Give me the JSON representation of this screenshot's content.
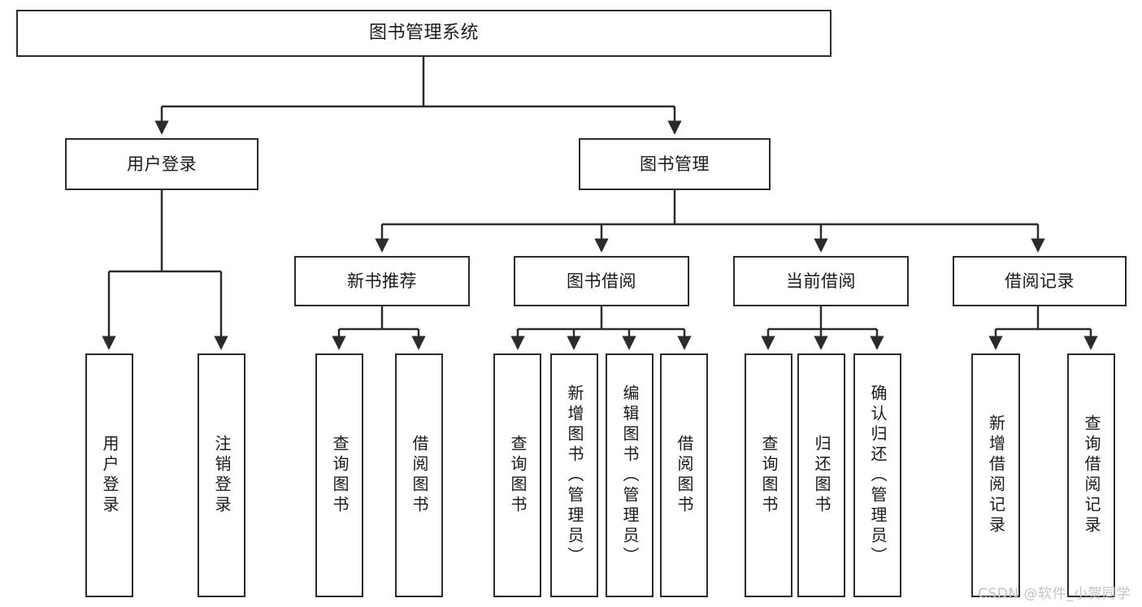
{
  "diagram": {
    "type": "tree",
    "title": "图书管理系统",
    "orientation": "top-down",
    "colors": {
      "box_border": "#2b2b2b",
      "box_fill": "#ffffff",
      "connector": "#2b2b2b",
      "text": "#1a1a1a",
      "watermark": "#c3c3c3",
      "background": "#ffffff"
    },
    "root": {
      "label": "图书管理系统"
    },
    "level1": [
      {
        "label": "用户登录"
      },
      {
        "label": "图书管理"
      }
    ],
    "level2": [
      {
        "label": "新书推荐"
      },
      {
        "label": "图书借阅"
      },
      {
        "label": "当前借阅"
      },
      {
        "label": "借阅记录"
      }
    ],
    "leaves": {
      "user_login": [
        {
          "label": "用户登录"
        },
        {
          "label": "注销登录"
        }
      ],
      "new_book_recommend": [
        {
          "label": "查询图书"
        },
        {
          "label": "借阅图书"
        }
      ],
      "book_borrow": [
        {
          "label": "查询图书"
        },
        {
          "label": "新增图书（管理员）"
        },
        {
          "label": "编辑图书（管理员）"
        },
        {
          "label": "借阅图书"
        }
      ],
      "current_borrow": [
        {
          "label": "查询图书"
        },
        {
          "label": "归还图书"
        },
        {
          "label": "确认归还（管理员）"
        }
      ],
      "borrow_record": [
        {
          "label": "新增借阅记录"
        },
        {
          "label": "查询借阅记录"
        }
      ]
    }
  },
  "watermark": {
    "text": "CSDN @软件_小贺同学"
  }
}
